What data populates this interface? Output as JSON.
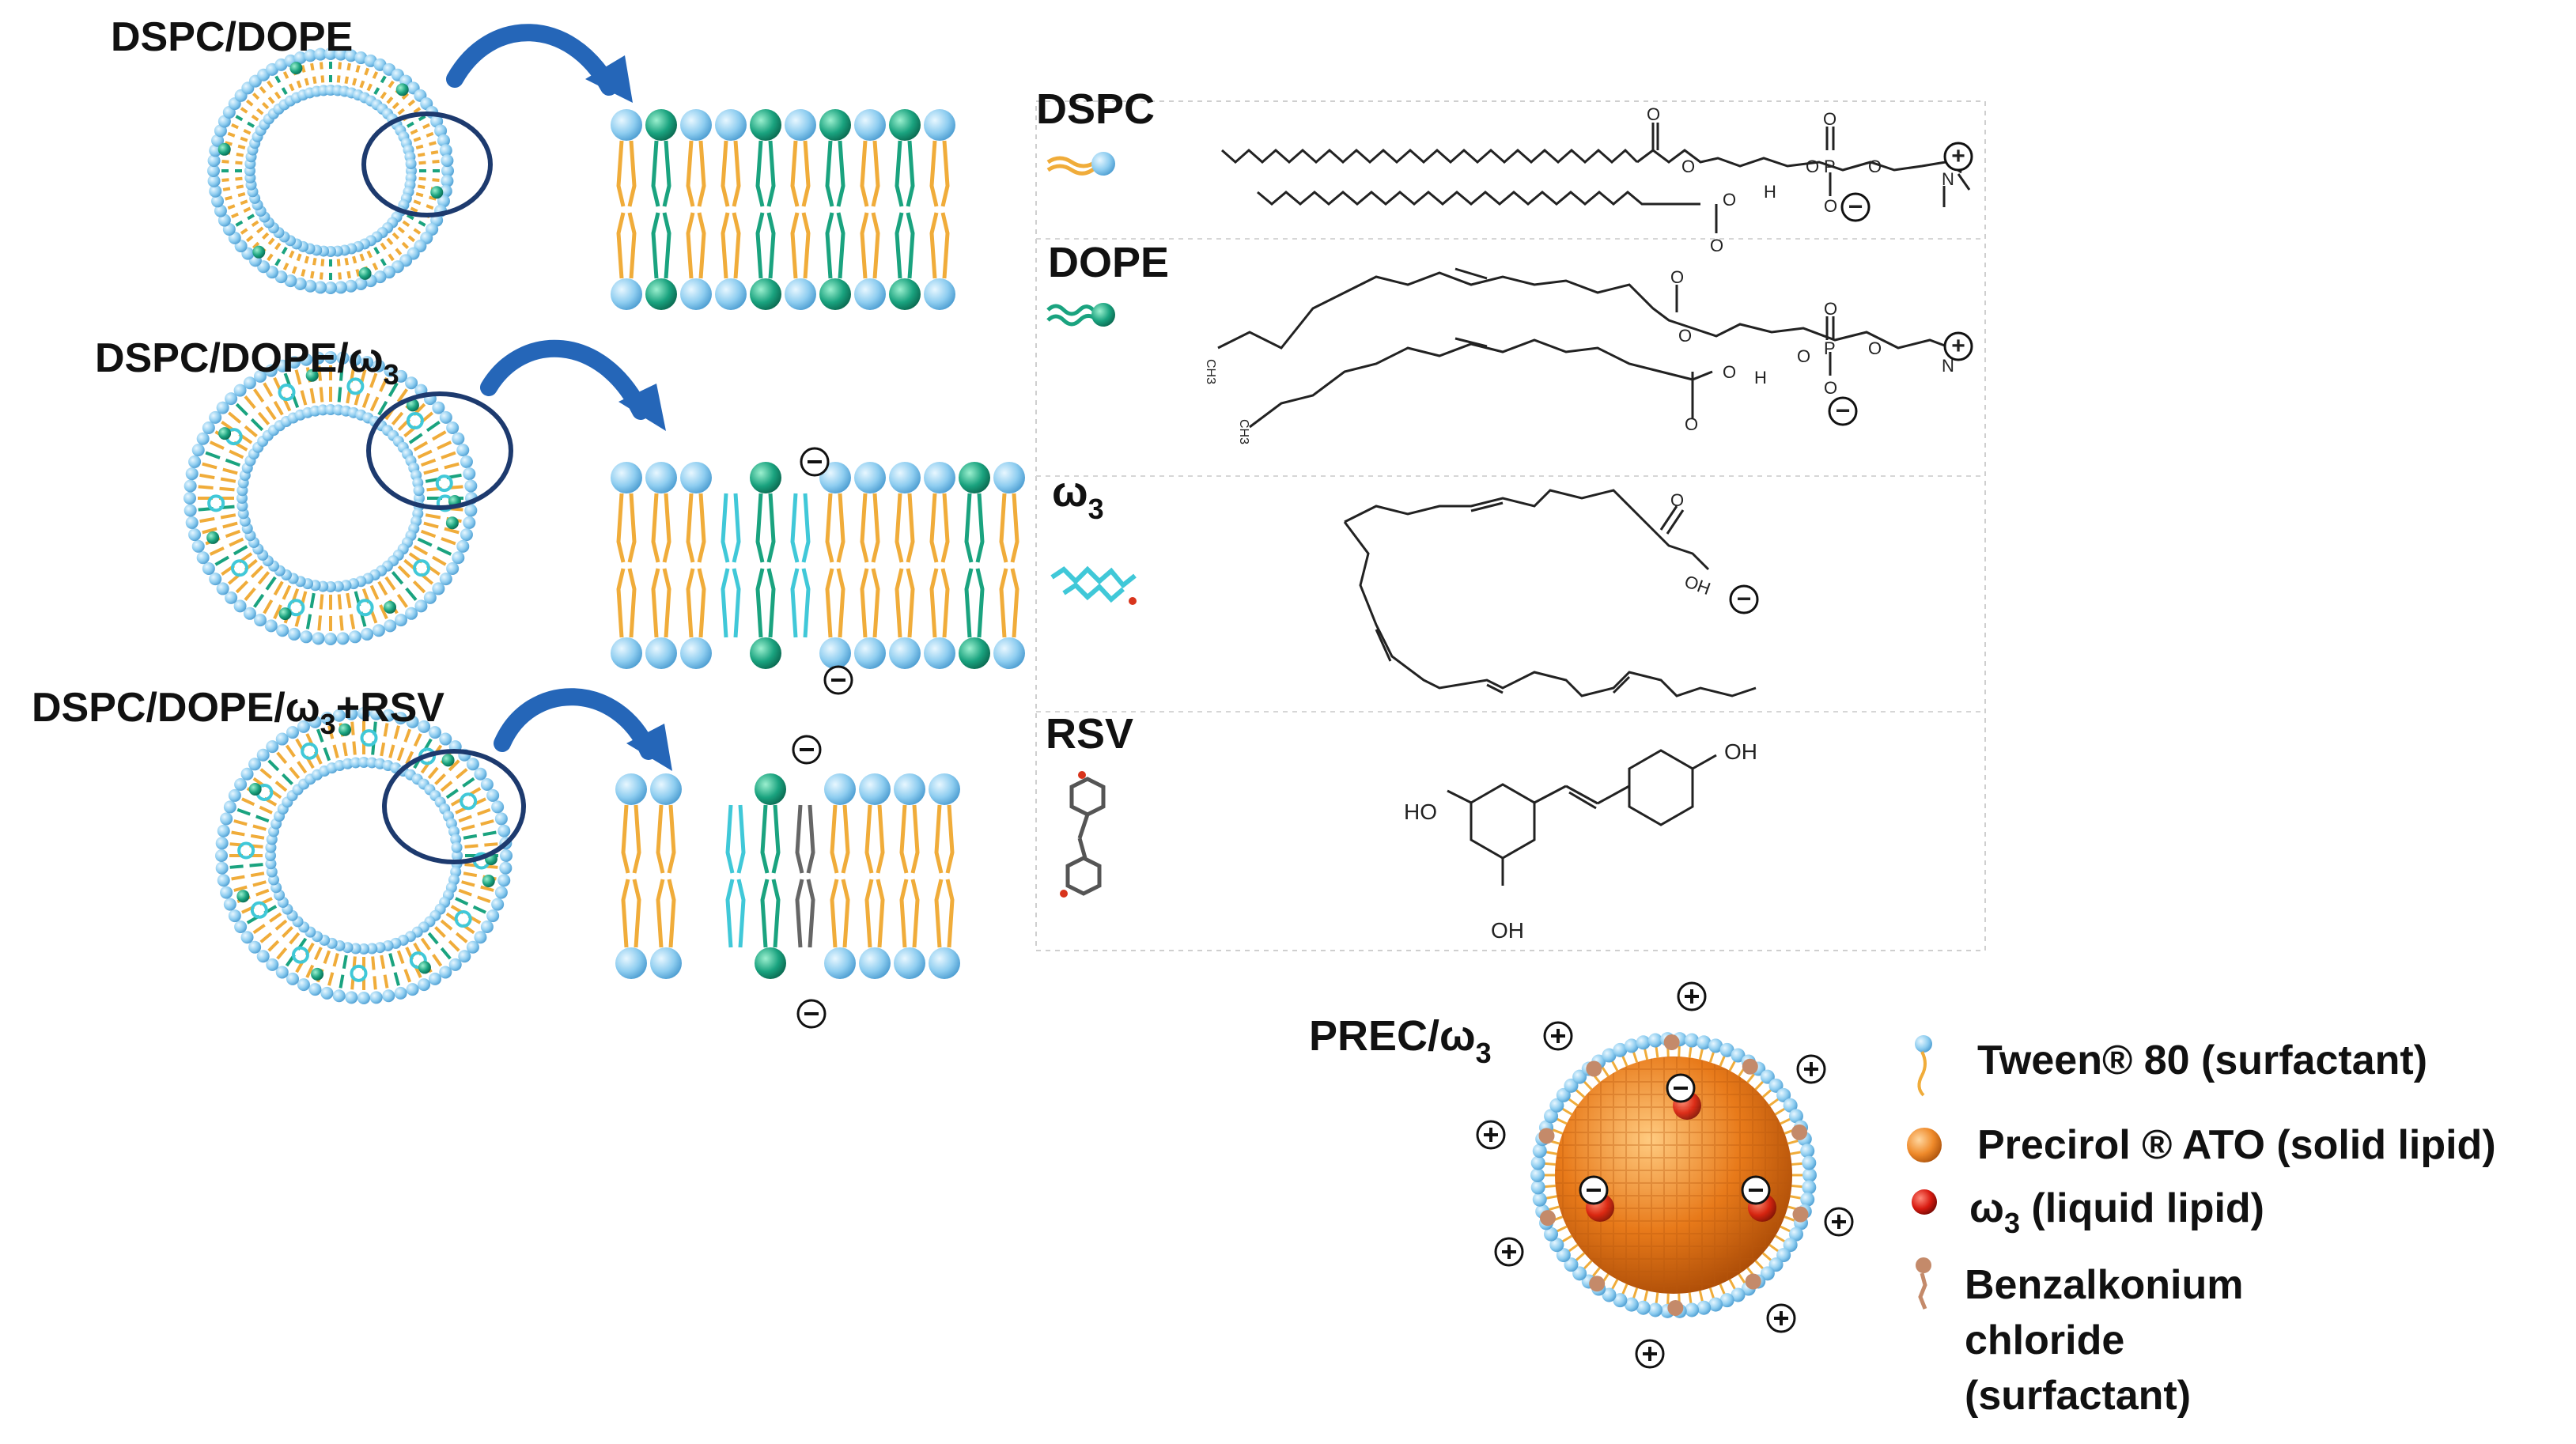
{
  "liposomes": [
    {
      "label_main": "DSPC/DOPE",
      "label_sub": "",
      "label_tail": ""
    },
    {
      "label_main": "DSPC/DOPE/ω",
      "label_sub": "3",
      "label_tail": ""
    },
    {
      "label_main": "DSPC/DOPE/ω",
      "label_sub": "3",
      "label_tail": "+RSV"
    }
  ],
  "structures": [
    {
      "name": "DSPC",
      "name_sub": ""
    },
    {
      "name": "DOPE",
      "name_sub": ""
    },
    {
      "name": "ω",
      "name_sub": "3"
    },
    {
      "name": "RSV",
      "name_sub": ""
    }
  ],
  "atoms": {
    "o": "O",
    "p": "P",
    "h": "H",
    "n": "N",
    "oh": "OH",
    "oh_rot": "OH",
    "ho": "HO",
    "ch3": "CH3",
    "plus": "+",
    "minus": "−"
  },
  "nanoparticle": {
    "label_main": "PREC/ω",
    "label_sub": "3"
  },
  "legend": [
    {
      "text": "Tween® 80 (surfactant)"
    },
    {
      "text": "Precirol ® ATO (solid lipid)"
    },
    {
      "text_main": "ω",
      "text_sub": "3",
      "text_tail": " (liquid lipid)"
    },
    {
      "lines": [
        "Benzalkonium",
        "chloride",
        "(surfactant)"
      ]
    }
  ],
  "colors": {
    "headgroup": "#8ecdf0",
    "dope_head": "#1aa37f",
    "tail": "#f0ac3a",
    "omega3": "#40c8d8",
    "arrow": "#2566b8",
    "circle": "#1d3a6e",
    "np_core": "#e87a1a",
    "benzalkonium": "#c48a6a"
  }
}
